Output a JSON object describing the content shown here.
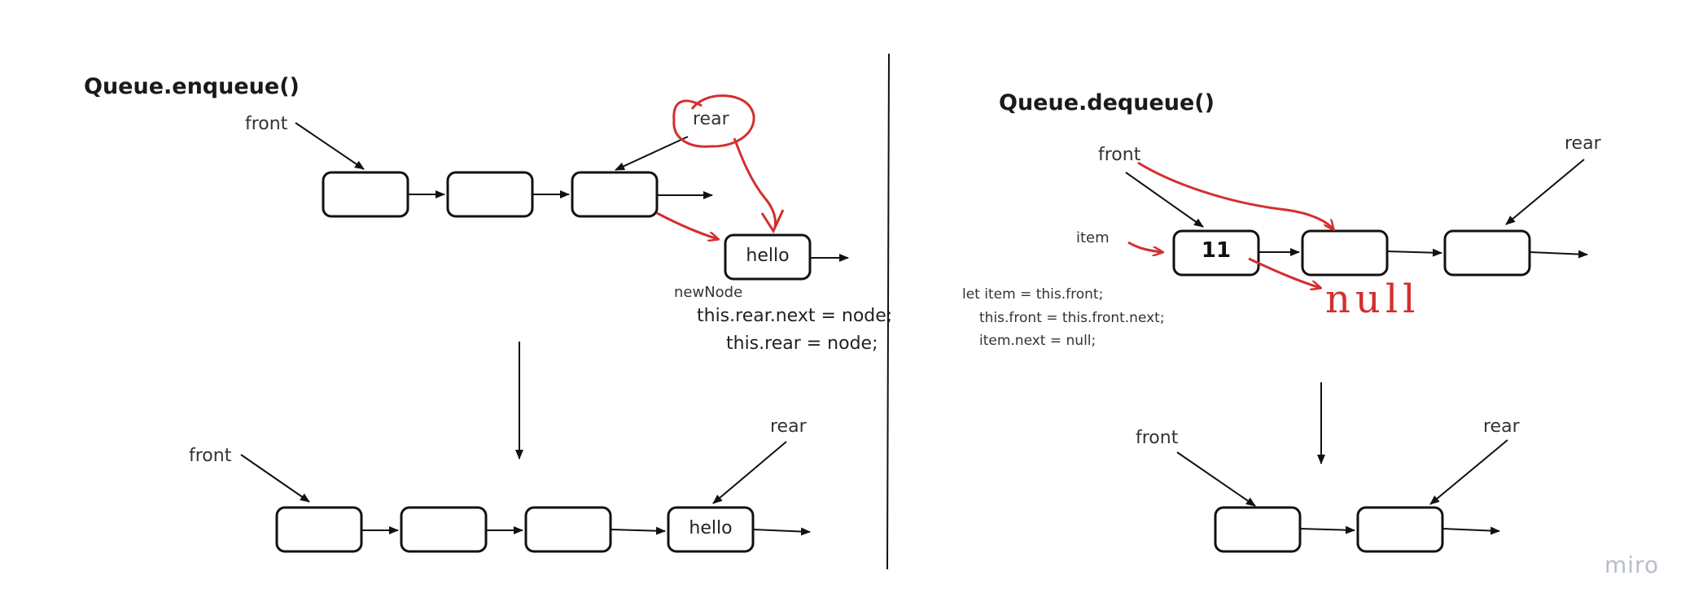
{
  "enqueue": {
    "title": "Queue.enqueue()",
    "before": {
      "front_label": "front",
      "rear_label": "rear",
      "new_node_value": "hello",
      "new_node_label": "newNode",
      "code": [
        "this.rear.next = node;",
        "this.rear = node;"
      ]
    },
    "after": {
      "front_label": "front",
      "rear_label": "rear",
      "last_node_value": "hello"
    }
  },
  "dequeue": {
    "title": "Queue.dequeue()",
    "before": {
      "front_label": "front",
      "rear_label": "rear",
      "item_label": "item",
      "first_node_value": "11",
      "null_label": "null",
      "code": [
        "let item = this.front;",
        "this.front = this.front.next;",
        "item.next = null;"
      ]
    },
    "after": {
      "front_label": "front",
      "rear_label": "rear"
    }
  },
  "branding": {
    "logo": "miro"
  },
  "colors": {
    "ink": "#111111",
    "annotation": "#d42e2e",
    "logo": "#b8bec8"
  }
}
